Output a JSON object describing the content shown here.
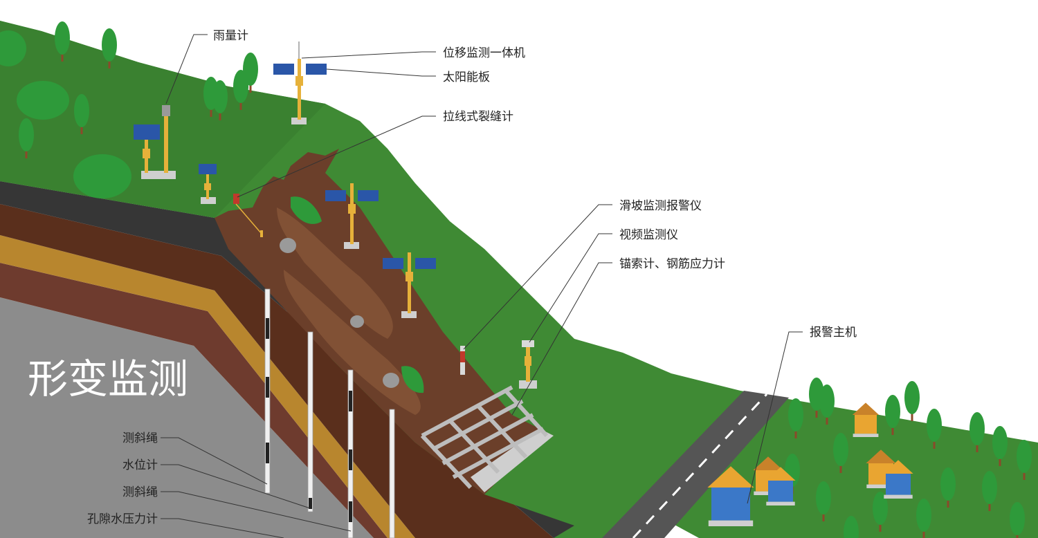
{
  "title": "形变监测",
  "labels": {
    "rain_gauge": "雨量计",
    "displacement_unit": "位移监测一体机",
    "solar_panel": "太阳能板",
    "wire_crack_meter": "拉线式裂缝计",
    "landslide_alarm": "滑坡监测报警仪",
    "video_monitor": "视频监测仪",
    "anchor_rebar_meter": "锚索计、钢筋应力计",
    "alarm_host": "报警主机",
    "inclinometer_1": "测斜绳",
    "water_level_meter": "水位计",
    "inclinometer_2": "测斜绳",
    "pore_pressure_meter": "孔隙水压力计"
  },
  "colors": {
    "grass": "#3f8a34",
    "grass_dark": "#2f6e27",
    "tree_green": "#2e9a3a",
    "trunk": "#8a4a2a",
    "dark_rock": "#333333",
    "soil_brown": "#5a2f1c",
    "orange_layer": "#b8862e",
    "brown_layer": "#6b3a2c",
    "rock_gray": "#8a8a8a",
    "landslide": "#6b3f2a",
    "road": "#555555",
    "pole": "#e6b13a",
    "panel": "#2a56a8",
    "house_blue": "#3b78c8",
    "house_roof": "#e9a531"
  }
}
